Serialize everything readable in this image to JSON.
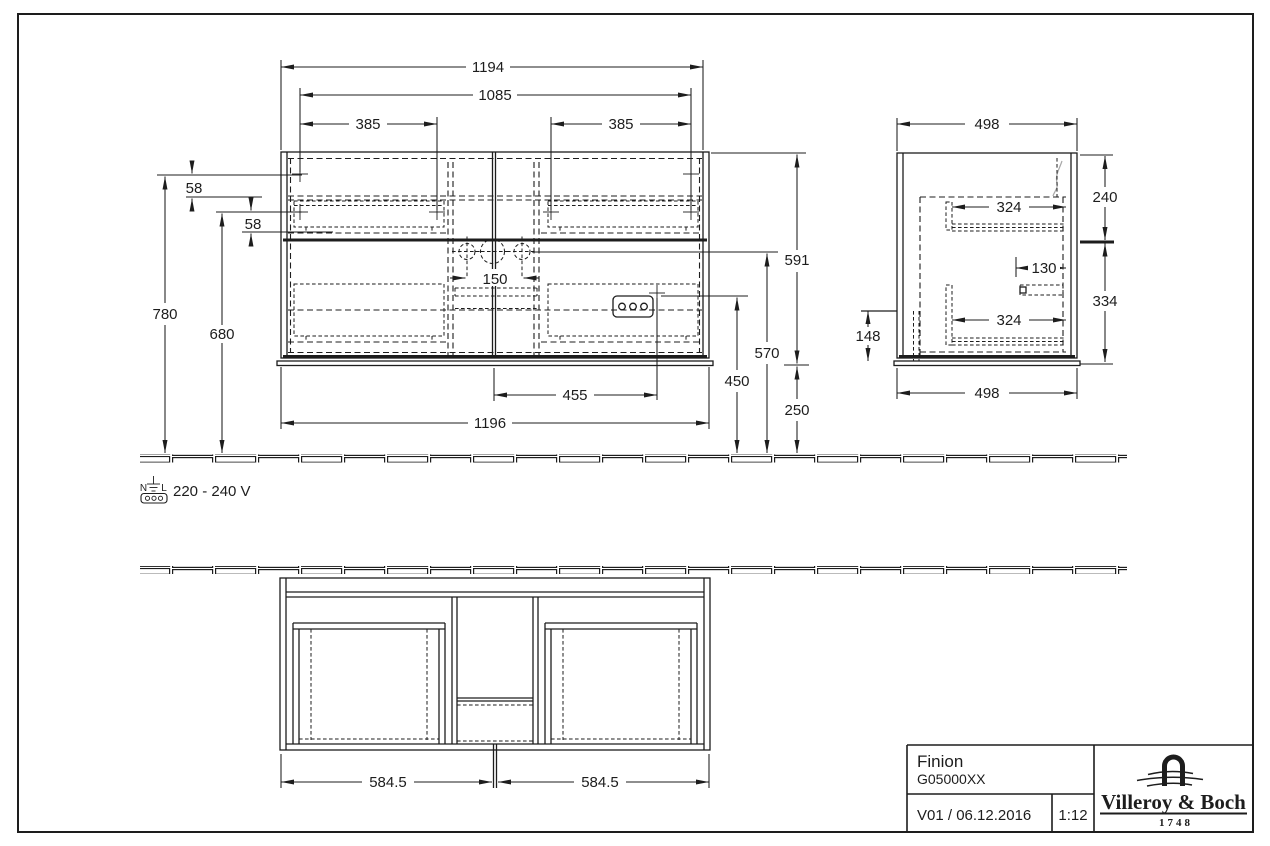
{
  "front_view": {
    "dim_overall_width_top": "1194",
    "dim_mounting_width": "1085",
    "dim_drawer_left": "385",
    "dim_drawer_right": "385",
    "dim_offset_top": "58",
    "dim_offset_mid": "58",
    "dim_height_upper_mount": "780",
    "dim_height_lower_mount": "680",
    "dim_tap_spacing": "150",
    "dim_height_top_edge": "591",
    "dim_height_tap": "570",
    "dim_height_socket": "450",
    "dim_height_clearance": "250",
    "dim_socket_offset": "455",
    "dim_overall_width_bottom": "1196"
  },
  "side_view": {
    "dim_depth_top": "498",
    "dim_depth_bottom": "498",
    "dim_drawer_depth_upper": "324",
    "dim_drawer_depth_lower": "324",
    "dim_upper_section": "240",
    "dim_rear_clearance": "130",
    "dim_lower_section": "334",
    "dim_bottom_clearance": "148"
  },
  "plan_view": {
    "dim_half_left": "584.5",
    "dim_half_right": "584.5"
  },
  "electrical": {
    "terminal_neutral": "N",
    "terminal_line": "L",
    "voltage": "220 - 240 V"
  },
  "title_block": {
    "product_name": "Finion",
    "article_number": "G05000XX",
    "version_date": "V01 / 06.12.2016",
    "scale": "1:12",
    "brand_name": "Villeroy & Boch",
    "brand_year": "1748"
  }
}
